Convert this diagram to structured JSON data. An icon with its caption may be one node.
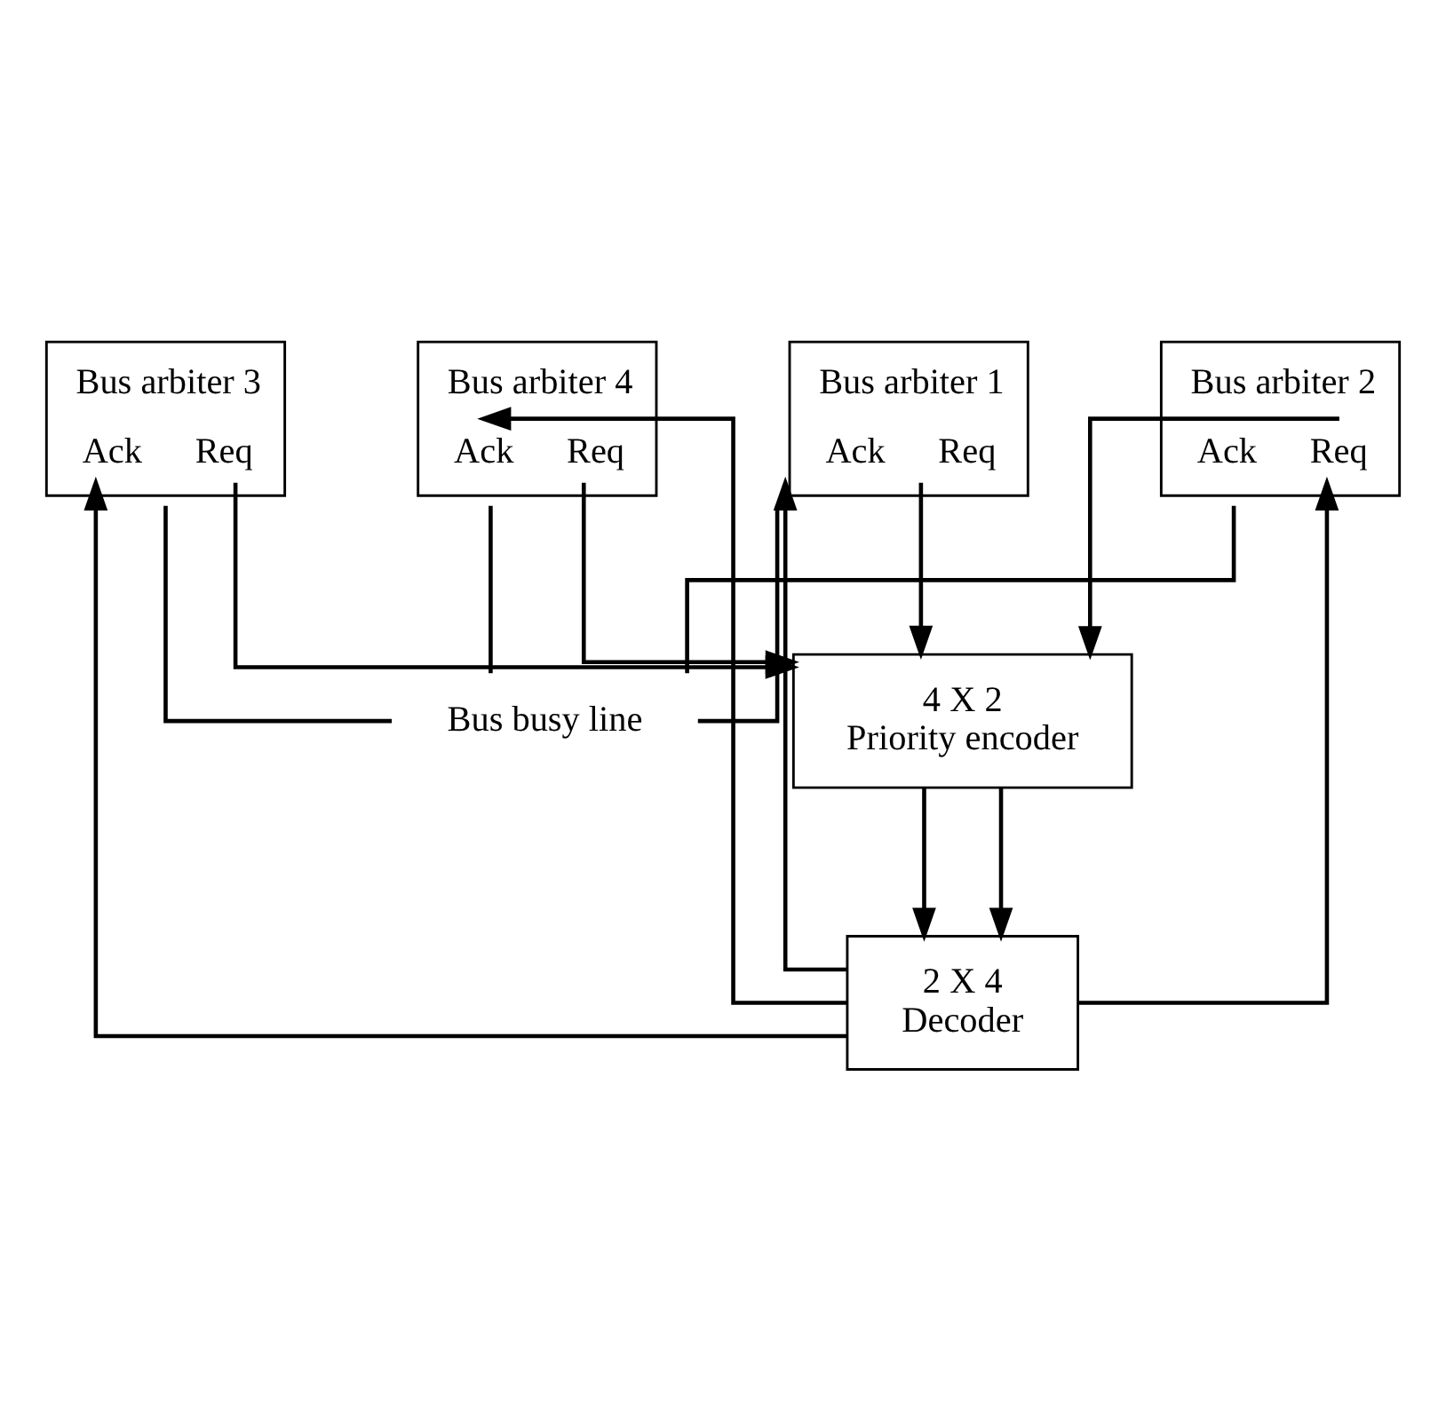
{
  "diagram": {
    "nodes": [
      {
        "text": [
          "Bus arbiter 1",
          "Ack",
          "Req"
        ]
      },
      {
        "text": [
          "Bus arbiter 2",
          "Ack",
          "Req"
        ]
      },
      {
        "text": [
          "Bus arbiter 3",
          "Ack",
          "Req"
        ]
      },
      {
        "text": [
          "Bus arbiter 4",
          "Ack",
          "Req"
        ]
      },
      {
        "text": [
          "Bus busy line"
        ]
      },
      {
        "text": [
          "4 X 2",
          "Priority encoder"
        ]
      },
      {
        "text": [
          "2 X 4",
          "Decoder"
        ]
      }
    ],
    "edges": [
      {
        "from": 0,
        "to": 4,
        "arrow": "none"
      },
      {
        "from": 1,
        "to": 4,
        "arrow": "none"
      },
      {
        "from": 2,
        "to": 4,
        "arrow": "none"
      },
      {
        "from": 3,
        "to": 4,
        "arrow": "none"
      },
      {
        "from": 0,
        "to": 5,
        "arrow": "to"
      },
      {
        "from": 1,
        "to": 5,
        "arrow": "to"
      },
      {
        "from": 2,
        "to": 5,
        "arrow": "to"
      },
      {
        "from": 3,
        "to": 5,
        "arrow": "to"
      },
      {
        "from": 5,
        "to": 6,
        "arrow": "to"
      },
      {
        "from": 5,
        "to": 6,
        "arrow": "to"
      },
      {
        "from": 6,
        "to": 0,
        "arrow": "to"
      },
      {
        "from": 6,
        "to": 1,
        "arrow": "to"
      },
      {
        "from": 6,
        "to": 2,
        "arrow": "to"
      },
      {
        "from": 6,
        "to": 3,
        "arrow": "to"
      }
    ]
  }
}
